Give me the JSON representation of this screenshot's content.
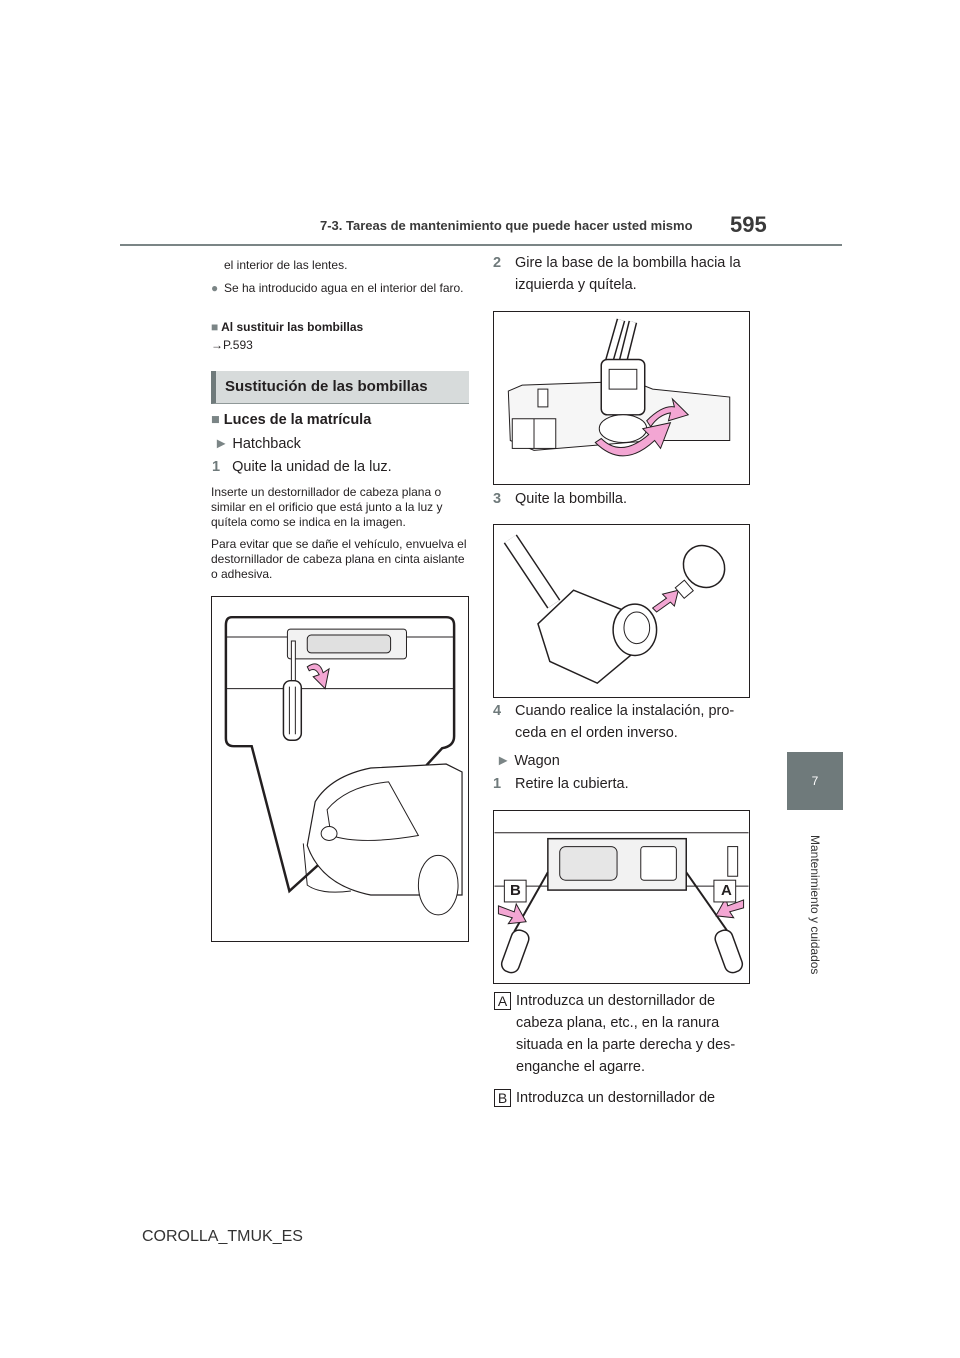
{
  "header": {
    "section_title": "7-3. Tareas de mantenimiento que puede hacer usted mismo",
    "page_number": "595"
  },
  "side_tab": {
    "chapter_number": "7",
    "chapter_label": "Mantenimiento y cuidados"
  },
  "left": {
    "continued_text": "el interior de las lentes.",
    "bullet_water": "Se ha introducido agua en el interior del faro.",
    "note_heading": "Al sustituir las bombillas",
    "note_ref": "→P.593",
    "section_heading": "Sustitución de las bombillas",
    "subheading": "Luces de la matrícula",
    "variant_hatchback": "Hatchback",
    "step1_num": "1",
    "step1_text": "Quite la unidad de la luz.",
    "para1": "Inserte un destornillador de cabeza plana o similar en el orificio que está junto a la luz y quítela como se indica en la imagen.",
    "para2": "Para evitar que se dañe el vehículo, envuelva el destornillador de cabeza plana en cinta aislante o adhesiva."
  },
  "right": {
    "step2_num": "2",
    "step2_line1": "Gire la base de la bombilla hacia la",
    "step2_line2": "izquierda y quítela.",
    "step3_num": "3",
    "step3_text": "Quite la bombilla.",
    "step4_num": "4",
    "step4_line1": "Cuando realice la instalación, pro-",
    "step4_line2": "ceda en el orden inverso.",
    "variant_wagon": "Wagon",
    "wagon_step1_num": "1",
    "wagon_step1_text": "Retire la cubierta.",
    "fig_label_a": "A",
    "fig_label_b": "B",
    "callout_a": "A",
    "callout_a_line1": "Introduzca un destornillador de",
    "callout_a_line2": "cabeza plana, etc., en la ranura",
    "callout_a_line3": "situada en la parte derecha y des-",
    "callout_a_line4": "enganche el agarre.",
    "callout_b": "B",
    "callout_b_line1": "Introduzca un destornillador de"
  },
  "footer": {
    "code": "COROLLA_TMUK_ES"
  },
  "colors": {
    "accent_gray": "#6f7a7b",
    "section_bg": "#d7dbdb",
    "arrow_pink": "#f3a6d3"
  }
}
